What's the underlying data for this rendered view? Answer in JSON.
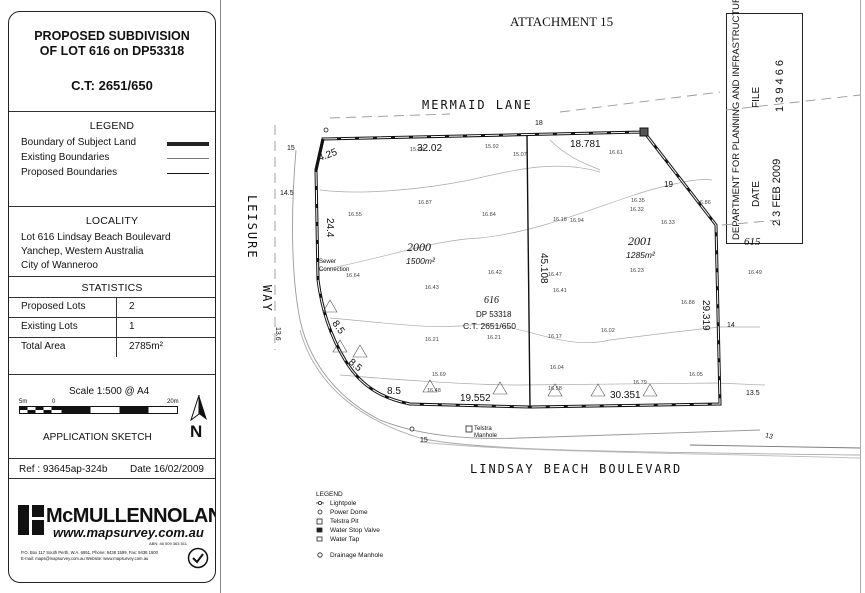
{
  "attachment": "ATTACHMENT 15",
  "panel": {
    "title_line1": "PROPOSED SUBDIVISION",
    "title_line2": "OF LOT 616 on DP53318",
    "ct": "C.T: 2651/650",
    "legend": {
      "heading": "LEGEND",
      "items": [
        "Boundary of Subject Land",
        "Existing Boundaries",
        "Proposed Boundaries"
      ]
    },
    "locality": {
      "heading": "LOCALITY",
      "lines": [
        "Lot 616 Lindsay Beach Boulevard",
        "Yanchep, Western Australia",
        "City of Wanneroo"
      ]
    },
    "statistics": {
      "heading": "STATISTICS",
      "rows": [
        {
          "label": "Proposed Lots",
          "value": "2"
        },
        {
          "label": "Existing Lots",
          "value": "1"
        },
        {
          "label": "Total Area",
          "value": "2785m²"
        }
      ]
    },
    "scale": {
      "label": "Scale 1:500 @ A4",
      "tick_left": "5m",
      "tick_zero": "0",
      "tick_right": "20m",
      "north": "N",
      "sketch": "APPLICATION SKETCH"
    },
    "ref": "Ref : 93645ap-324b",
    "date": "Date 16/02/2009",
    "company": "McMULLENNOLAN",
    "website": "www.mapsurvey.com.au",
    "abn": "ABN: 46 009 363 511",
    "address": "P.O. Box 117 South Perth, W.A. 6951, Phone: 9436 1599, Fax: 9436 1500",
    "email": "E-mail: maps@mapsurvey.com.au  Website: www.mapsurvey.com.au"
  },
  "stamp": {
    "dept": "DEPARTMENT FOR PLANNING AND INFRASTRUCTURE",
    "date_label": "DATE",
    "file_label": "FILE",
    "date": "2 3 FEB 2009",
    "file": "1 3 9 4 6 6"
  },
  "map": {
    "roads": {
      "north": "MERMAID   LANE",
      "west": "LEISURE",
      "west2": "WAY",
      "south": "LINDSAY   BEACH   BOULEVARD"
    },
    "lots": [
      {
        "number": "2000",
        "area": "1500m²"
      },
      {
        "number": "2001",
        "area": "1285m²"
      }
    ],
    "parent": {
      "number": "616",
      "dp": "DP 53318",
      "ct": "C.T. 2651/650"
    },
    "neighbour": "615",
    "dims": {
      "top_a": "32.02",
      "top_b": "18.781",
      "corner_nw": "4.25",
      "west": "24.4",
      "mid": "45.108",
      "east": "29.319",
      "sw_a": "8.5",
      "sw_b": "8.5",
      "sw_c": "8.5",
      "bottom_a": "19.552",
      "bottom_b": "30.351"
    },
    "contours": {
      "c19": "19",
      "c14": "14",
      "c135": "13.5",
      "c13": "13",
      "c136": "13.6",
      "c15": "15",
      "c14b": "14.5",
      "c18": "18",
      "c25": "15"
    },
    "sewer": "Sewer Connection",
    "telstra": "Telstra Manhole",
    "spots": [
      "15.52",
      "15.92",
      "15.07",
      "16.61",
      "16.87",
      "16.84",
      "16.55",
      "16.64",
      "16.94",
      "16.32",
      "16.18",
      "16.35",
      "16.33",
      "16.23",
      "16.43",
      "16.42",
      "16.47",
      "16.41",
      "16.21",
      "16.21",
      "16.17",
      "16.04",
      "16.02",
      "16.88",
      "16.05",
      "15.69",
      "16.48",
      "16.79",
      "16.58",
      "16.86",
      "16.49"
    ],
    "legend": {
      "heading": "LEGEND",
      "items": [
        "Lightpole",
        "Power Dome",
        "Telstra Pit",
        "Water Stop Valve",
        "Water Tap",
        "Drainage Manhole"
      ]
    }
  }
}
